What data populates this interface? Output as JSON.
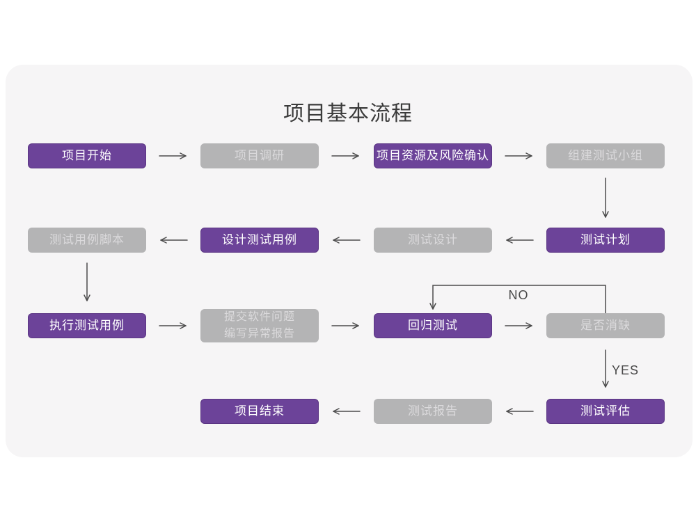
{
  "title": "项目基本流程",
  "colors": {
    "card_background": "#f6f5f6",
    "purple": "#6c4399",
    "purple_border": "#5b3584",
    "purple_text": "#ffffff",
    "gray": "#b4b4b5",
    "gray_text": "#dbdadc",
    "arrow": "#4b4b4b",
    "title_text": "#3b3b3b",
    "edge_label_text": "#474747"
  },
  "nodes": [
    {
      "label": "项目开始",
      "variant": "purple"
    },
    {
      "label": "项目调研",
      "variant": "gray"
    },
    {
      "label": "项目资源及风险确认",
      "variant": "purple"
    },
    {
      "label": "组建测试小组",
      "variant": "gray"
    },
    {
      "label": "测试计划",
      "variant": "purple"
    },
    {
      "label": "测试设计",
      "variant": "gray"
    },
    {
      "label": "设计测试用例",
      "variant": "purple"
    },
    {
      "label": "测试用例脚本",
      "variant": "gray"
    },
    {
      "label": "执行测试用例",
      "variant": "purple"
    },
    {
      "label": "提交软件问题\n编写异常报告",
      "variant": "gray"
    },
    {
      "label": "回归测试",
      "variant": "purple"
    },
    {
      "label": "是否消缺",
      "variant": "gray"
    },
    {
      "label": "测试评估",
      "variant": "purple"
    },
    {
      "label": "测试报告",
      "variant": "gray"
    },
    {
      "label": "项目结束",
      "variant": "purple"
    }
  ],
  "edge_labels": {
    "no": "NO",
    "yes": "YES"
  }
}
